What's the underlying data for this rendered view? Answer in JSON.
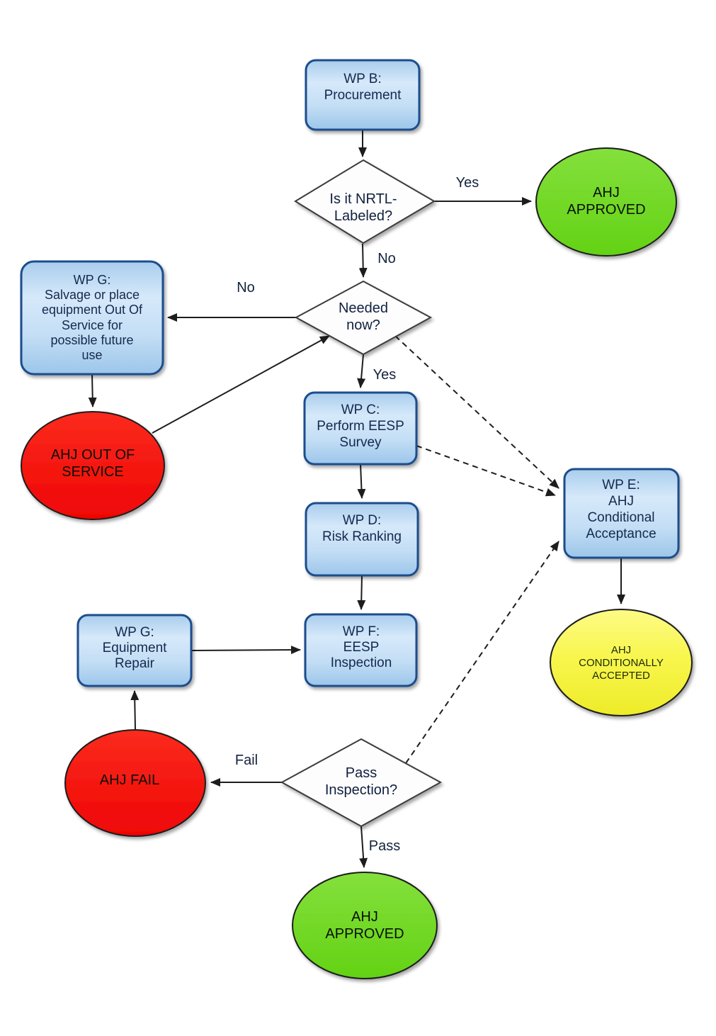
{
  "diagram": {
    "background": "#ffffff",
    "nodes": {
      "wp_b": {
        "shape": "process",
        "lines": [
          "WP B:",
          "Procurement"
        ]
      },
      "nrtl_labeled": {
        "shape": "decision",
        "lines": [
          "Is it NRTL-",
          "Labeled?"
        ]
      },
      "ahj_approved_top": {
        "shape": "terminator",
        "color": "green",
        "lines": [
          "AHJ",
          "APPROVED"
        ]
      },
      "needed_now": {
        "shape": "decision",
        "lines": [
          "Needed",
          "now?"
        ]
      },
      "wp_g_salvage": {
        "shape": "process",
        "lines": [
          "WP G:",
          "Salvage or place",
          "equipment Out Of",
          "Service for",
          "possible future",
          "use"
        ]
      },
      "ahj_out_of_service": {
        "shape": "terminator",
        "color": "red",
        "lines": [
          "AHJ OUT OF",
          "SERVICE"
        ]
      },
      "wp_c": {
        "shape": "process",
        "lines": [
          "WP C:",
          "Perform EESP",
          "Survey"
        ]
      },
      "wp_d": {
        "shape": "process",
        "lines": [
          "WP D:",
          "Risk Ranking"
        ]
      },
      "wp_f": {
        "shape": "process",
        "lines": [
          "WP F:",
          "EESP",
          "Inspection"
        ]
      },
      "wp_g_repair": {
        "shape": "process",
        "lines": [
          "WP G:",
          "Equipment",
          "Repair"
        ]
      },
      "ahj_fail": {
        "shape": "terminator",
        "color": "red",
        "lines": [
          "AHJ FAIL"
        ]
      },
      "pass_inspection": {
        "shape": "decision",
        "lines": [
          "Pass",
          "Inspection?"
        ]
      },
      "ahj_approved_bottom": {
        "shape": "terminator",
        "color": "green",
        "lines": [
          "AHJ",
          "APPROVED"
        ]
      },
      "wp_e": {
        "shape": "process",
        "lines": [
          "WP E:",
          "AHJ",
          "Conditional",
          "Acceptance"
        ]
      },
      "ahj_cond_accepted": {
        "shape": "terminator",
        "color": "yellow",
        "lines": [
          "AHJ",
          "CONDITIONALLY",
          "ACCEPTED"
        ]
      }
    },
    "edge_labels": {
      "nrtl_yes": "Yes",
      "nrtl_no": "No",
      "needed_no": "No",
      "needed_yes": "Yes",
      "inspection_fail": "Fail",
      "inspection_pass": "Pass"
    },
    "colors": {
      "process_fill_light": "#d6e9fa",
      "process_fill_dark": "#9cc6ea",
      "process_border": "#1c4e8d",
      "decision_fill": "#fdfdfd",
      "decision_border": "#3b3b3b",
      "approved_green": "#6ed426",
      "fail_red": "#f40808",
      "conditional_yellow": "#f6f43c",
      "connector_line": "#1d1d1d",
      "text_dark": "#14294e"
    }
  }
}
